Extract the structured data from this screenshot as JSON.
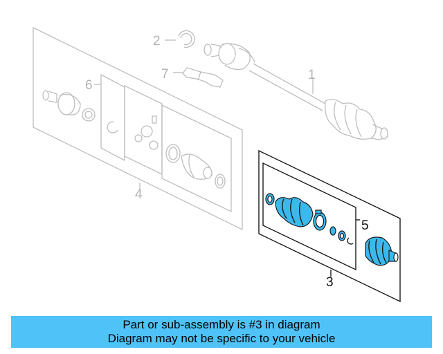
{
  "diagram": {
    "callouts": {
      "c1": "1",
      "c2": "2",
      "c3": "3",
      "c4": "4",
      "c5": "5",
      "c6": "6",
      "c7": "7"
    },
    "highlight_color": "#3bb9ec",
    "ghost_color": "#bdbdbd"
  },
  "banner": {
    "line1": "Part or sub-assembly is #3 in diagram",
    "line2": "Diagram may not be specific to your vehicle",
    "background": "#4fc3f7"
  }
}
